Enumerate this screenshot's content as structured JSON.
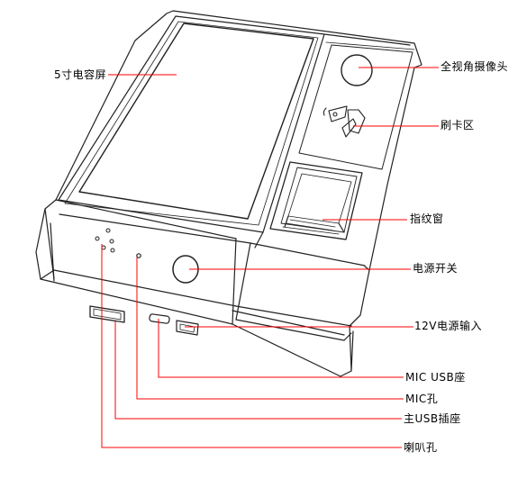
{
  "labels": {
    "screen": "5寸电容屏",
    "camera": "全视角摄像头",
    "card": "刷卡区",
    "fingerprint": "指纹窗",
    "power": "电源开关",
    "power_input": "12V电源输入",
    "mic_usb": "MIC USB座",
    "mic_hole": "MIC孔",
    "main_usb": "主USB插座",
    "speaker": "喇叭孔"
  },
  "colors": {
    "leader": "#ff0000",
    "outline": "#222222"
  }
}
